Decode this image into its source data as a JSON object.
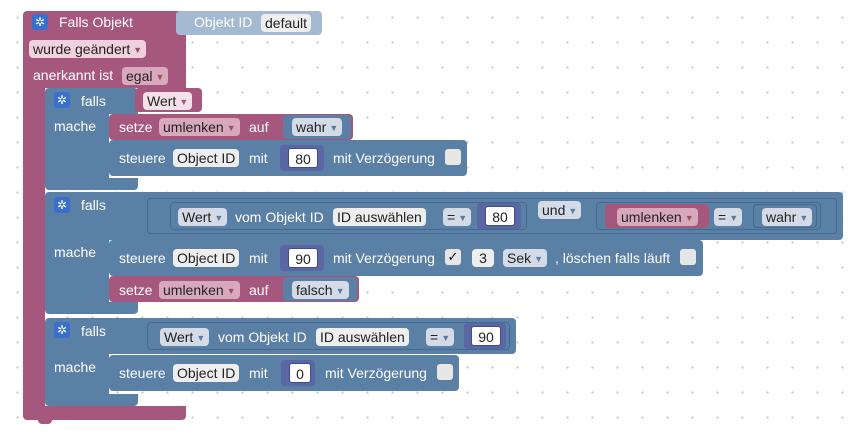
{
  "trigger": {
    "title": "Falls Objekt",
    "object_label": "Objekt ID",
    "object_value": "default",
    "changed_mode": "wurde geändert",
    "ack_label": "anerkannt ist",
    "ack_value": "egal"
  },
  "if1": {
    "falls": "falls",
    "mache": "mache",
    "cond_value": "Wert",
    "set": {
      "keyword": "setze",
      "variable": "umlenken",
      "to": "auf",
      "value": "wahr"
    },
    "control": {
      "keyword": "steuere",
      "object": "Object ID",
      "with": "mit",
      "value": "80",
      "delay": "mit Verzögerung"
    }
  },
  "if2": {
    "falls": "falls",
    "mache": "mache",
    "cond": {
      "value": "Wert",
      "from_label": "vom Objekt ID",
      "select": "ID auswählen",
      "op": "=",
      "number": "80",
      "and": "und",
      "var": "umlenken",
      "op2": "=",
      "bool": "wahr"
    },
    "control": {
      "keyword": "steuere",
      "object": "Object ID",
      "with": "mit",
      "value": "90",
      "delay": "mit Verzögerung",
      "delay_checked": "✓",
      "seconds": "3",
      "unit": "Sek",
      "clear": ", löschen falls läuft"
    },
    "set": {
      "keyword": "setze",
      "variable": "umlenken",
      "to": "auf",
      "value": "falsch"
    }
  },
  "if3": {
    "falls": "falls",
    "mache": "mache",
    "cond": {
      "value": "Wert",
      "from_label": "vom Objekt ID",
      "select": "ID auswählen",
      "op": "=",
      "number": "90"
    },
    "control": {
      "keyword": "steuere",
      "object": "Object ID",
      "with": "mit",
      "value": "0",
      "delay": "mit Verzögerung"
    }
  },
  "colors": {
    "trigger": "#a5577d",
    "logic": "#5b80a5",
    "variables": "#a5577d",
    "gear": "#3a6fce"
  },
  "icons": [
    "gear-icon",
    "dropdown-arrow-icon",
    "checkbox-icon"
  ]
}
